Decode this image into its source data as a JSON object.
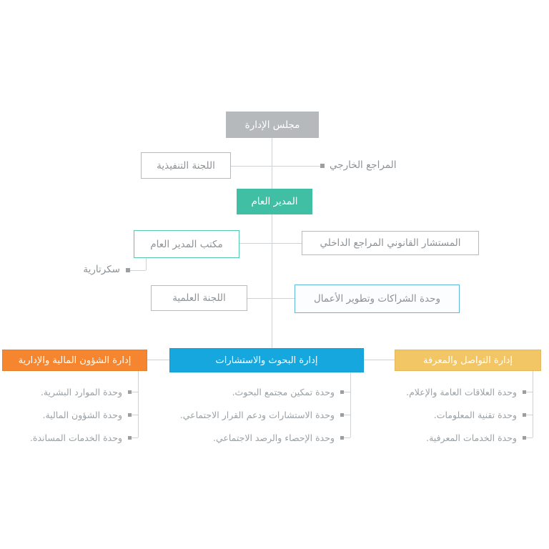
{
  "org": {
    "board": "مجلس الإدارة",
    "executive_committee": "اللجنة التنفيذية",
    "external_auditor": "المراجع الخارجي",
    "general_manager": "المدير العام",
    "gm_office": "مكتب المدير العام",
    "legal_advisor_internal_auditor": "المستشار القانوني المراجع الداخلي",
    "secretariat": "سكرتارية",
    "scientific_committee": "اللجنة العلمية",
    "partnerships_business_dev_unit": "وحدة الشراكات وتطوير الأعمال",
    "departments": [
      {
        "name": "إدارة الشؤون المالية والإدارية",
        "color": "#f5862f",
        "units": [
          "وحدة الموارد البشرية.",
          "وحدة الشؤون المالية.",
          "وحدة الخدمات المساندة."
        ]
      },
      {
        "name": "إدارة البحوث والاستشارات",
        "color": "#15a7de",
        "units": [
          "وحدة تمكين مجتمع البحوث.",
          "وحدة الاستشارات ودعم القرار الاجتماعي.",
          "وحدة الإحصاء والرصد الاجتماعي."
        ]
      },
      {
        "name": "إدارة التواصل والمعرفة",
        "color": "#f2c565",
        "units": [
          "وحدة العلاقات العامة والإعلام.",
          "وحدة تقنية المعلومات.",
          "وحدة الخدمات المعرفية."
        ]
      }
    ],
    "colors": {
      "board_box": "#b5b9bc",
      "general_manager_box": "#41bfa5",
      "gm_office_border": "#55c5ab",
      "partnerships_border": "#61b8db",
      "connector_line": "#cfd2d4",
      "bullet_square": "#9b9fa2",
      "label_text": "#8d9296"
    }
  }
}
